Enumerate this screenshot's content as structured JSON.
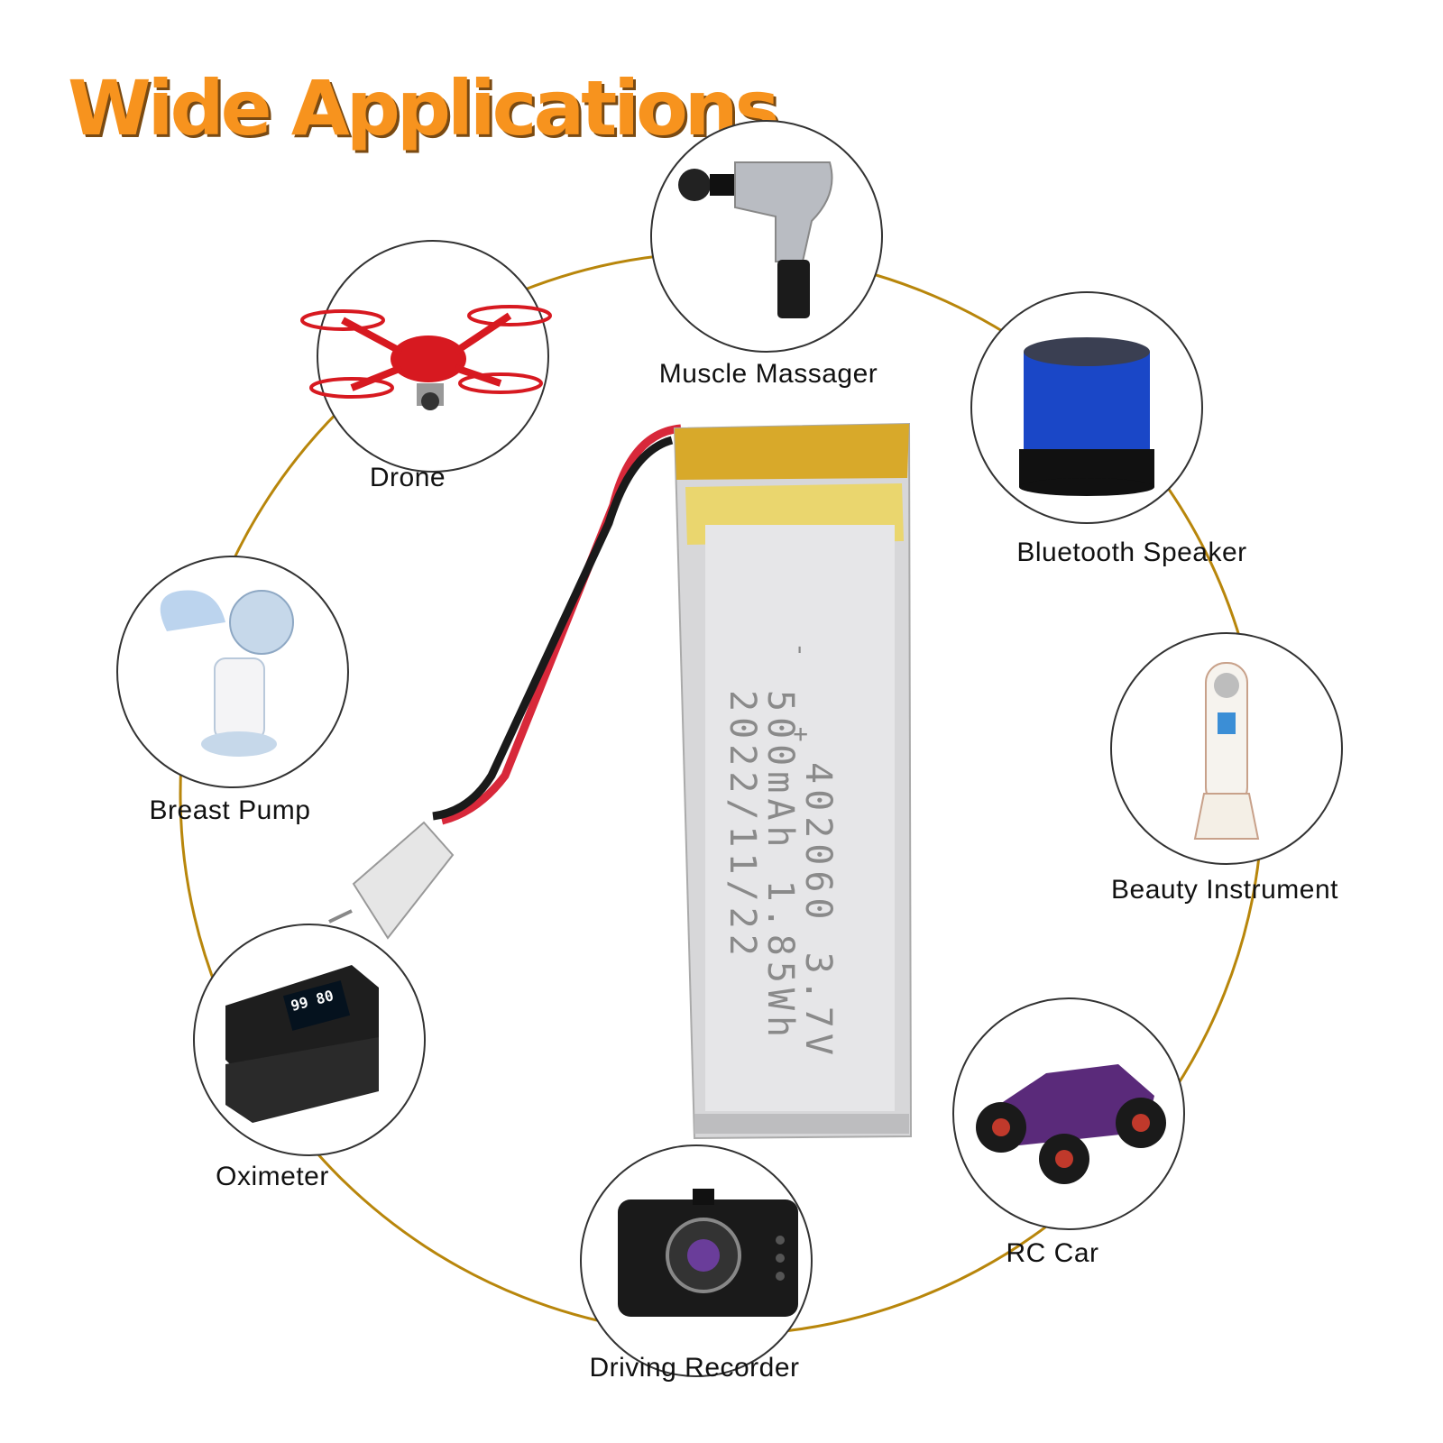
{
  "title": "Wide Applications",
  "colors": {
    "title": "#f7931e",
    "ring": "#b8860b"
  },
  "applications": [
    {
      "label": "Muscle Massager",
      "icon": "massage-gun-icon"
    },
    {
      "label": "Drone",
      "icon": "drone-icon"
    },
    {
      "label": "Bluetooth Speaker",
      "icon": "speaker-icon"
    },
    {
      "label": "Breast Pump",
      "icon": "breast-pump-icon"
    },
    {
      "label": "Beauty Instrument",
      "icon": "beauty-device-icon"
    },
    {
      "label": "Oximeter",
      "icon": "oximeter-icon"
    },
    {
      "label": "RC Car",
      "icon": "rc-car-icon"
    },
    {
      "label": "Driving Recorder",
      "icon": "dashcam-icon"
    }
  ],
  "battery": {
    "model_line": "402060 3.7V",
    "capacity_line": "500mAh 1.85Wh",
    "date_line": "2022/11/22",
    "polarity": "- +",
    "oximeter_reading": "99 80"
  }
}
